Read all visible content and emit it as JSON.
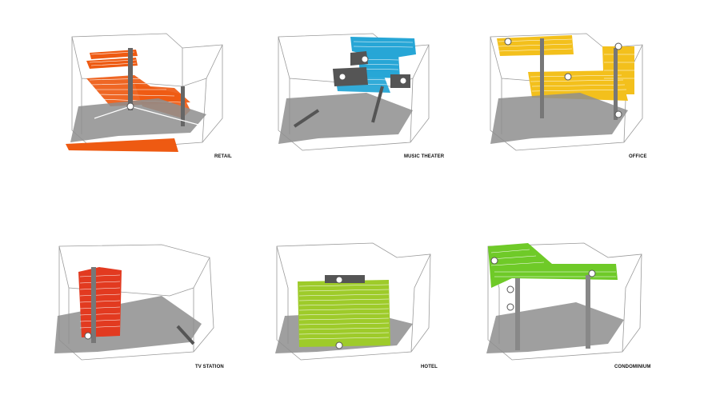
{
  "panels": [
    {
      "id": "retail",
      "label": "RETAIL",
      "color": "#ee5a12",
      "shade": "#c8470c"
    },
    {
      "id": "music-theater",
      "label": "MUSIC THEATER",
      "color": "#27a6d6",
      "shade": "#1a84ad"
    },
    {
      "id": "office",
      "label": "OFFICE",
      "color": "#f3c01c",
      "shade": "#d1a00e"
    },
    {
      "id": "tv-station",
      "label": "TV STATION",
      "color": "#e23a20",
      "shade": "#b82d17"
    },
    {
      "id": "hotel",
      "label": "HOTEL",
      "color": "#9ecb2a",
      "shade": "#7fa81c"
    },
    {
      "id": "condominium",
      "label": "CONDOMINIUM",
      "color": "#6fca28",
      "shade": "#54a51a"
    }
  ]
}
